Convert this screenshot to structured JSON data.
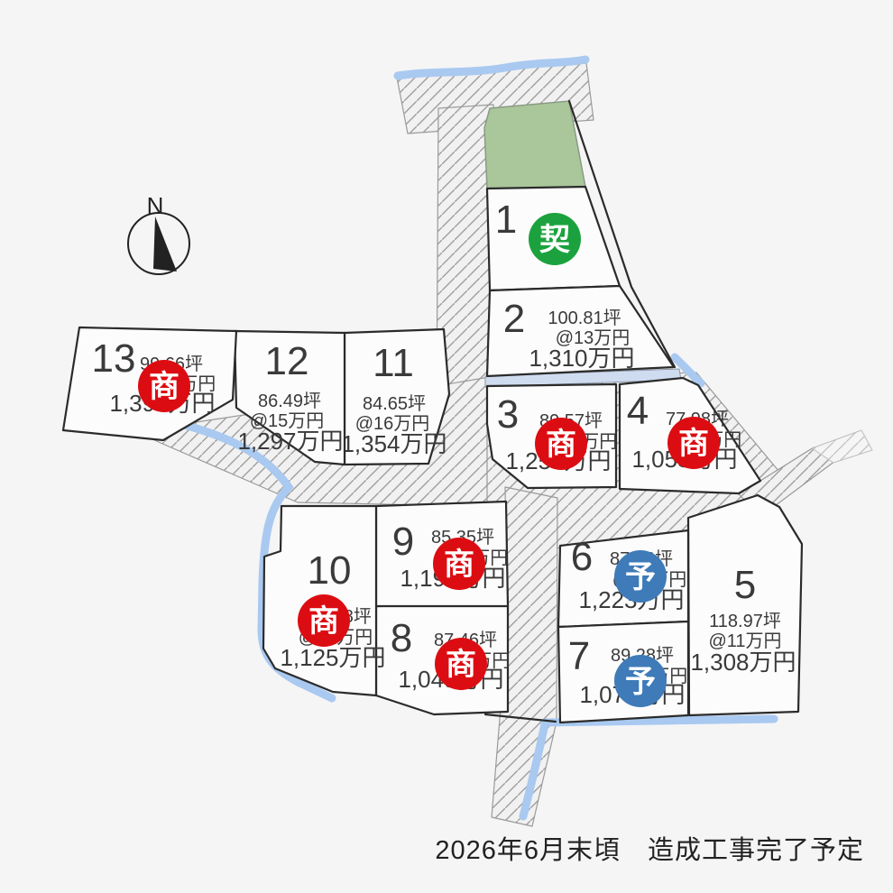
{
  "map": {
    "caption": "2026年6月末頃　造成工事完了予定",
    "compass_label": "N",
    "status_colors": {
      "契": "#1ba23e",
      "商": "#dc0d12",
      "予": "#3e7bb8"
    },
    "status_glyphs": {
      "contracted": "契",
      "negotiating": "商",
      "reserved": "予"
    },
    "lots": [
      {
        "number": "1",
        "status": "契"
      },
      {
        "number": "2",
        "area": "100.81坪",
        "unit_price": "@13万円",
        "total_price": "1,310万円"
      },
      {
        "number": "3",
        "area": "89.57坪",
        "unit_price": "@14万円",
        "total_price": "1,254万円",
        "status": "商"
      },
      {
        "number": "4",
        "area": "77.98坪",
        "unit_price": "@13万円",
        "total_price": "1,053万円",
        "status": "商"
      },
      {
        "number": "5",
        "area": "118.97坪",
        "unit_price": "@11万円",
        "total_price": "1,308万円"
      },
      {
        "number": "6",
        "area": "87.36坪",
        "unit_price": "@14万円",
        "total_price": "1,223万円",
        "status": "予"
      },
      {
        "number": "7",
        "area": "89.28坪",
        "unit_price": "@12万円",
        "total_price": "1,071万円",
        "status": "予"
      },
      {
        "number": "8",
        "area": "87.46坪",
        "unit_price": "@12万円",
        "total_price": "1,049万円",
        "status": "商"
      },
      {
        "number": "9",
        "area": "85.35坪",
        "unit_price": "@14万円",
        "total_price": "1,195万円",
        "status": "商"
      },
      {
        "number": "10",
        "area": "112.48坪",
        "unit_price": "@10万円",
        "total_price": "1,125万円",
        "status": "商"
      },
      {
        "number": "11",
        "area": "84.65坪",
        "unit_price": "@16万円",
        "total_price": "1,354万円"
      },
      {
        "number": "12",
        "area": "86.49坪",
        "unit_price": "@15万円",
        "total_price": "1,297万円"
      },
      {
        "number": "13",
        "area": "99.66坪",
        "unit_price": "@14万円",
        "total_price": "1,395万円",
        "status": "商"
      }
    ]
  }
}
